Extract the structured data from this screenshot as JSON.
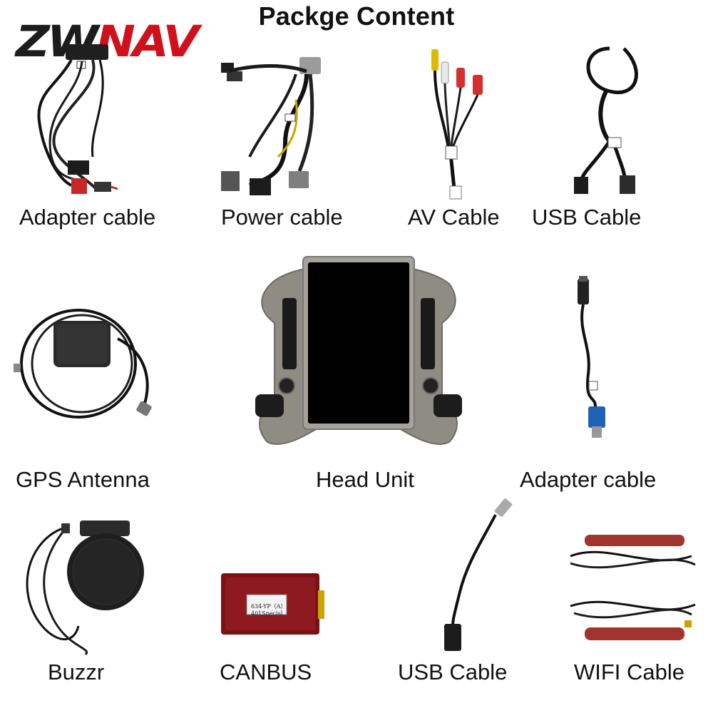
{
  "title": "Packge Content",
  "brand": {
    "part1": "ZW",
    "part2": "NAV",
    "color_dark": "#1c1c1c",
    "color_red": "#d0111b"
  },
  "items": [
    {
      "label": "Adapter cable",
      "icon": "wire-harness-icon"
    },
    {
      "label": "Power cable",
      "icon": "power-harness-icon"
    },
    {
      "label": "AV Cable",
      "icon": "rca-cable-icon"
    },
    {
      "label": "USB Cable",
      "icon": "usb-cable-icon"
    },
    {
      "label": "GPS Antenna",
      "icon": "gps-antenna-icon"
    },
    {
      "label": "Head Unit",
      "icon": "head-unit-icon"
    },
    {
      "label": "Adapter cable",
      "icon": "antenna-adapter-icon"
    },
    {
      "label": "Buzzr",
      "icon": "buzzer-icon"
    },
    {
      "label": "CANBUS",
      "icon": "canbus-box-icon"
    },
    {
      "label": "USB Cable",
      "icon": "usb-extension-icon"
    },
    {
      "label": "WIFI Cable",
      "icon": "wifi-antenna-icon"
    }
  ],
  "canbus_sticker": {
    "line1": "634-YP（A）",
    "line2": "401Specisl"
  }
}
